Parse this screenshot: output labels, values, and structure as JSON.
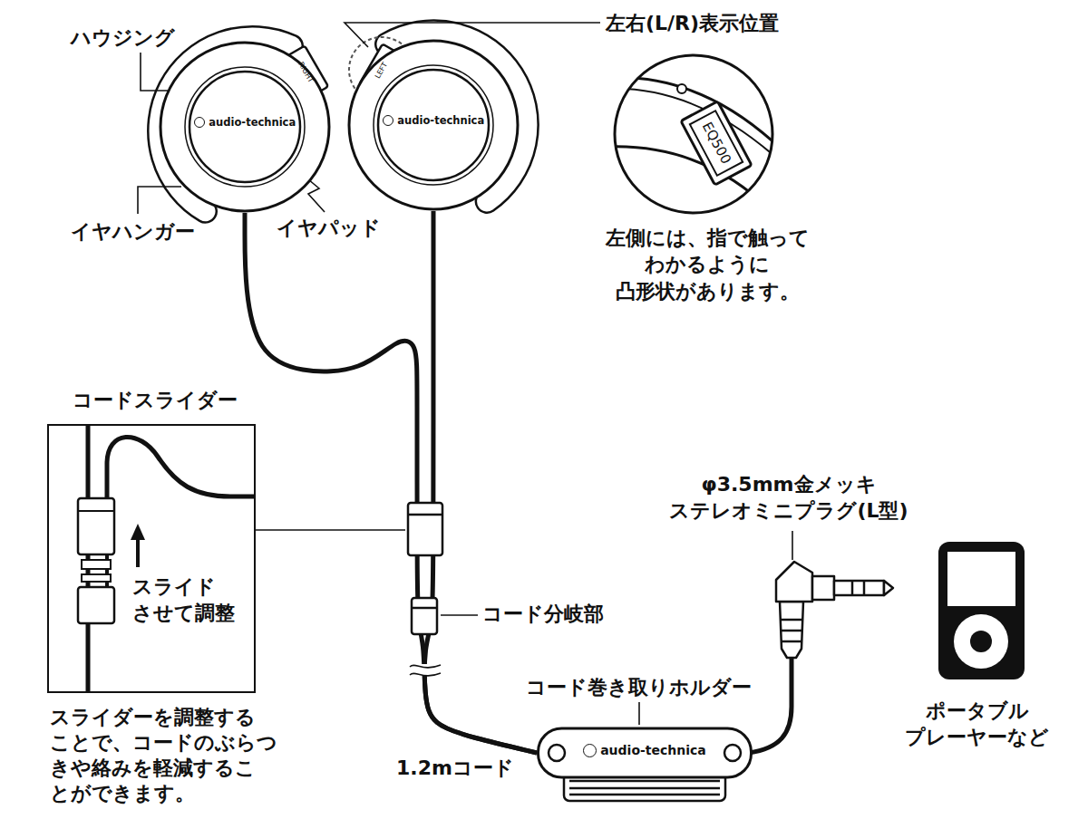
{
  "diagram": {
    "nodes": [
      {
        "text": [
          "audio-technica"
        ]
      },
      {
        "text": [
          "audio-technica"
        ]
      },
      {
        "text": [
          "EQ500"
        ]
      },
      {
        "text": [
          "コードスライダー",
          "スライド させて調整"
        ]
      },
      {
        "text": [
          "audio-technica"
        ]
      }
    ],
    "edges": [
      {
        "from": 0,
        "to": 4,
        "arrow": "none"
      },
      {
        "from": 1,
        "to": 4,
        "arrow": "none"
      }
    ],
    "labels": [
      "ハウジング",
      "イヤハンガー",
      "イヤパッド",
      "左右(L/R)表示位置",
      "左側には、指で触って わかるように 凸形状があります。",
      "RIGHT",
      "LEFT",
      "コード分岐部",
      "φ3.5mm金メッキ ステレオミニプラグ(L型)",
      "コード巻き取りホルダー",
      "1.2mコード",
      "ポータブル プレーヤーなど",
      "スライダーを調整する ことで、コードのぶらつ きや絡みを軽減するこ とができます。"
    ]
  }
}
